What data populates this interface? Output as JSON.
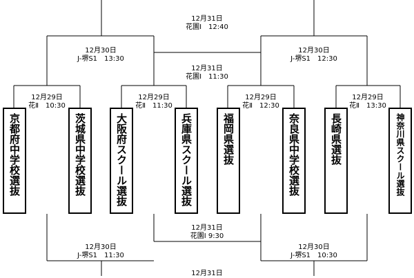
{
  "teams": [
    {
      "name": "京都府中学校選抜"
    },
    {
      "name": "茨城県中学校選抜"
    },
    {
      "name": "大阪府スクール選抜"
    },
    {
      "name": "兵庫県スクール選抜"
    },
    {
      "name": "福岡県選抜"
    },
    {
      "name": "奈良県中学校選抜"
    },
    {
      "name": "長崎県選抜"
    },
    {
      "name": "神奈川県スクール選抜"
    }
  ],
  "matches_top": {
    "final": {
      "date": "12月31日",
      "venue_time": "花園Ⅰ　12:40"
    },
    "semi_left": {
      "date": "12月30日",
      "venue_time": "J-堺S1　13:30"
    },
    "semi_right": {
      "date": "12月30日",
      "venue_time": "J-堺S1　12:30"
    },
    "third": {
      "date": "12月31日",
      "venue_time": "花園Ⅰ　11:30"
    },
    "qf": [
      {
        "date": "12月29日",
        "venue_time": "花Ⅱ　10:30"
      },
      {
        "date": "12月29日",
        "venue_time": "花Ⅱ　11:30"
      },
      {
        "date": "12月29日",
        "venue_time": "花Ⅱ　12:30"
      },
      {
        "date": "12月29日",
        "venue_time": "花Ⅱ　13:30"
      }
    ]
  },
  "matches_bottom": {
    "center": {
      "date": "12月31日",
      "venue_time": "花園Ⅰ 9:30"
    },
    "left": {
      "date": "12月30日",
      "venue_time": "J-堺S1　11:30"
    },
    "right": {
      "date": "12月30日",
      "venue_time": "J-堺S1　10:30"
    },
    "cut": {
      "date": "12月31日"
    }
  }
}
